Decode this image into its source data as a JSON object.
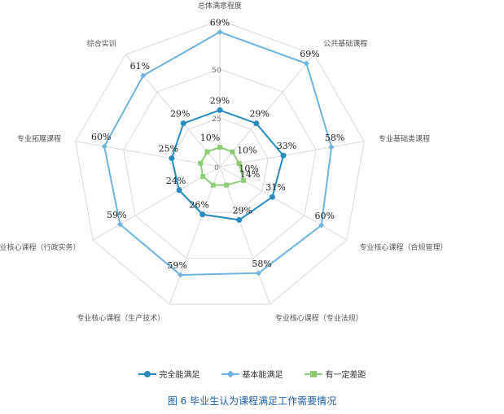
{
  "chart_data": {
    "type": "radar",
    "title": "",
    "axes": [
      "公共基础课程",
      "专业基础类课程",
      "专业核心课程（合规管理）",
      "专业核心课程（专业法规）",
      "专业核心课程（生产技术）",
      "专业核心课程（行政实务）",
      "专业拓展课程",
      "综合实训",
      "总体满意程度"
    ],
    "rmax": 75,
    "tick_values": [
      0,
      25,
      50
    ],
    "tick_labels": [
      "0",
      "25",
      "50"
    ],
    "series": [
      {
        "name": "完全能满足",
        "color": "#2a8bbf",
        "marker": "circle",
        "values": [
          29,
          33,
          31,
          29,
          26,
          24,
          25,
          29,
          29
        ],
        "labels": [
          "29%",
          "33%",
          "31%",
          "29%",
          "26%",
          "24%",
          "25%",
          "29%",
          "29%"
        ]
      },
      {
        "name": "基本能满足",
        "color": "#6fb3e0",
        "marker": "diamond",
        "values": [
          69,
          58,
          60,
          58,
          59,
          59,
          60,
          61,
          69
        ],
        "labels": [
          "69%",
          "58%",
          "60%",
          "58%",
          "59%",
          "59%",
          "60%",
          "61%",
          "69%"
        ]
      },
      {
        "name": "有一定差距",
        "color": "#8fcc78",
        "marker": "square",
        "values": [
          10,
          10,
          14,
          10,
          10,
          10,
          10,
          10,
          10
        ],
        "labels": [
          "10%",
          "10%",
          "14%",
          "",
          "",
          "",
          "",
          "",
          "10%"
        ]
      }
    ],
    "legend_position": "bottom",
    "grid": true
  },
  "caption": "图 6 毕业生认为课程满足工作需要情况"
}
